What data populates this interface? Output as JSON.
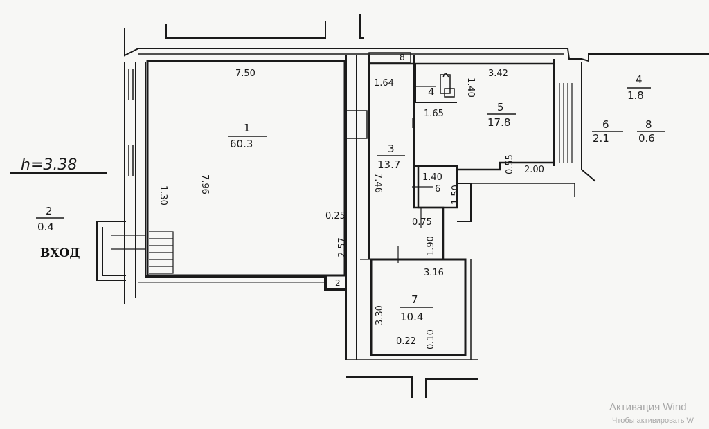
{
  "plan": {
    "ceiling_height": "h=3.38",
    "entrance_label": "ВХОД",
    "rooms": [
      {
        "number": "1",
        "area": "60.3"
      },
      {
        "number": "2",
        "area": "0.4"
      },
      {
        "number": "3",
        "area": "13.7"
      },
      {
        "number": "4",
        "area": "1.8"
      },
      {
        "number": "5",
        "area": "17.8"
      },
      {
        "number": "6",
        "area": "2.1"
      },
      {
        "number": "7",
        "area": "10.4"
      },
      {
        "number": "8",
        "area": "0.6"
      }
    ],
    "small_marks": [
      "4",
      "6",
      "2",
      "8"
    ],
    "dimensions": [
      "7.50",
      "7.96",
      "1.30",
      "0.25",
      "2.57",
      "1.64",
      "1.40",
      "3.42",
      "1.65",
      "0.55",
      "2.00",
      "7.46",
      "1.40",
      "1.50",
      "0.75",
      "1.90",
      "3.16",
      "3.30",
      "0.22",
      "0.10"
    ]
  },
  "watermark": {
    "title": "Активация Wind",
    "subtitle": "Чтобы активировать W"
  }
}
